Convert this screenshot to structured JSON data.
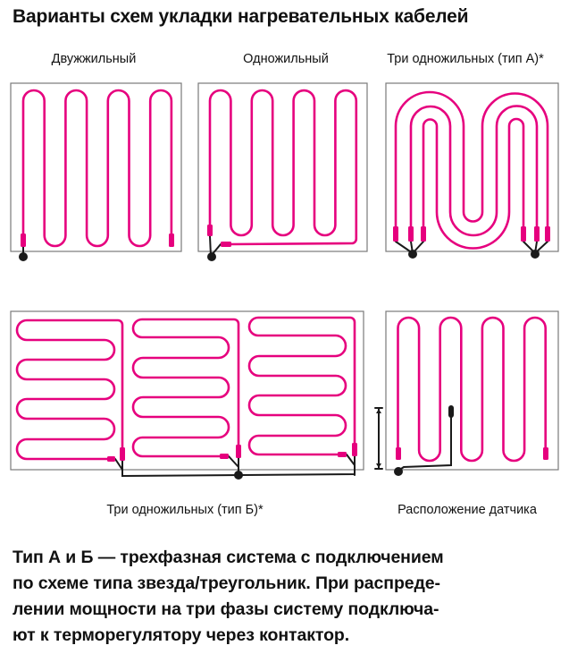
{
  "title": "Варианты схем укладки нагревательных кабелей",
  "diagrams": [
    {
      "label": "Двужжильный"
    },
    {
      "label": "Одножильный"
    },
    {
      "label": "Три одножильных (тип А)*"
    },
    {
      "label": "Три одножильных (тип Б)*"
    },
    {
      "label": "Расположение датчика"
    }
  ],
  "description": [
    "Тип А и Б — трехфазная система с подключением",
    "по схеме типа звезда/треугольник. При распреде-",
    "лении мощности на три фазы систему подключа-",
    "ют к терморегулятору через контактор."
  ],
  "colors": {
    "cable": "#e6007e",
    "wire": "#1a1a1a",
    "frame": "#7a7a7a"
  }
}
